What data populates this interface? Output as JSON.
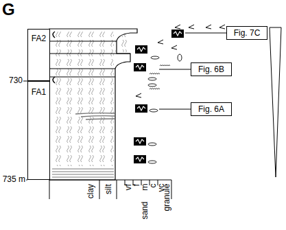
{
  "diagram": {
    "nodes": [
      {
        "text": [
          "FA2"
        ]
      },
      {
        "text": [
          "FA1"
        ]
      },
      {
        "text": [
          "Fig. 7C"
        ]
      },
      {
        "text": [
          "Fig. 6B"
        ]
      },
      {
        "text": [
          "Fig. 6A"
        ]
      }
    ],
    "labels": [
      "G",
      "730",
      "735 m",
      "clay",
      "silt",
      "vf",
      "f",
      "m",
      "c",
      "vc",
      "sand",
      "granule"
    ]
  }
}
